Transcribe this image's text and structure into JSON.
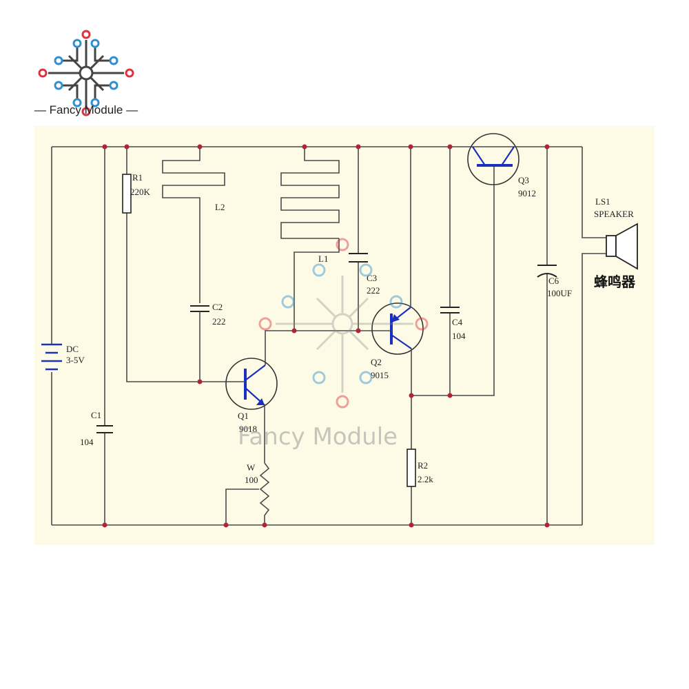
{
  "brand": {
    "name": "Fancy Module"
  },
  "watermark": {
    "text": "Fancy Module"
  },
  "colors": {
    "board": "#fdfbe6",
    "wire": "#4a4a4a",
    "junction": "#b0243a",
    "transistor": "#1a2fc0",
    "logo_red": "#e0313e",
    "logo_blue": "#2f8fd0"
  },
  "components": {
    "r1_ref": "R1",
    "r1_val": "220K",
    "l2": "L2",
    "l1": "L1",
    "c2_ref": "C2",
    "c2_val": "222",
    "c3_ref": "C3",
    "c3_val": "222",
    "c1_ref": "C1",
    "c1_val": "104",
    "c4_ref": "C4",
    "c4_val": "104",
    "c6_ref": "C6",
    "c6_val": "100UF",
    "dc_ref": "DC",
    "dc_val": "3-5V",
    "q1_ref": "Q1",
    "q1_val": "9018",
    "q2_ref": "Q2",
    "q2_val": "9015",
    "q3_ref": "Q3",
    "q3_val": "9012",
    "w_ref": "W",
    "w_val": "100",
    "r2_ref": "R2",
    "r2_val": "2.2k",
    "ls1_ref": "LS1",
    "ls1_val": "SPEAKER",
    "buzzer": "蜂鸣器"
  }
}
